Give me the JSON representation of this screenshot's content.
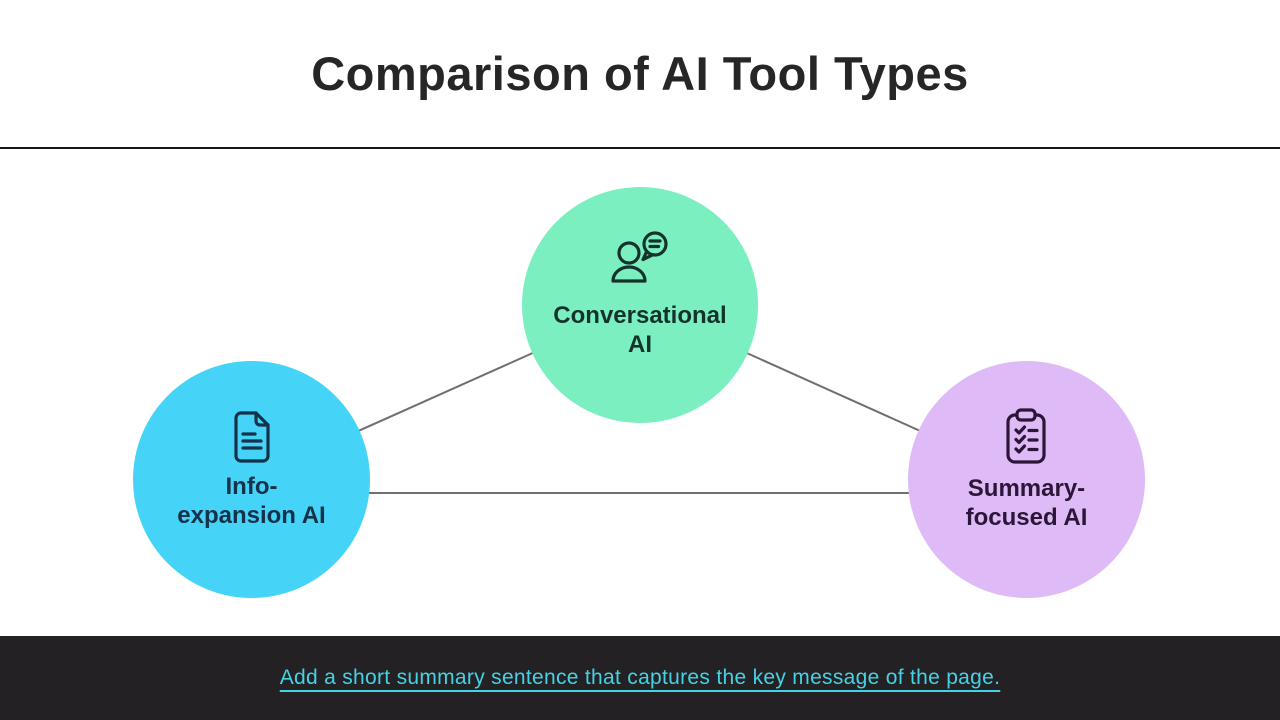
{
  "header": {
    "title": "Comparison of AI Tool Types"
  },
  "nodes": [
    {
      "id": "conversational-ai",
      "lines": [
        "Conversational",
        "AI"
      ],
      "icon": "person-chat-icon",
      "circle_color": "#7CEFC1",
      "text_color": "#14332B"
    },
    {
      "id": "info-expansion-ai",
      "lines": [
        "Info-",
        "expansion AI"
      ],
      "icon": "document-icon",
      "circle_color": "#45D4F8",
      "text_color": "#16314A"
    },
    {
      "id": "summary-focused-ai",
      "lines": [
        "Summary-",
        "focused AI"
      ],
      "icon": "clipboard-checklist-icon",
      "circle_color": "#DEBBF6",
      "text_color": "#2B1638"
    }
  ],
  "connectors": {
    "color": "#6F6F6F"
  },
  "footer": {
    "link_text": "Add a short summary sentence that captures the key message of the page.",
    "background_color": "#232124",
    "link_color": "#45D2E4"
  }
}
